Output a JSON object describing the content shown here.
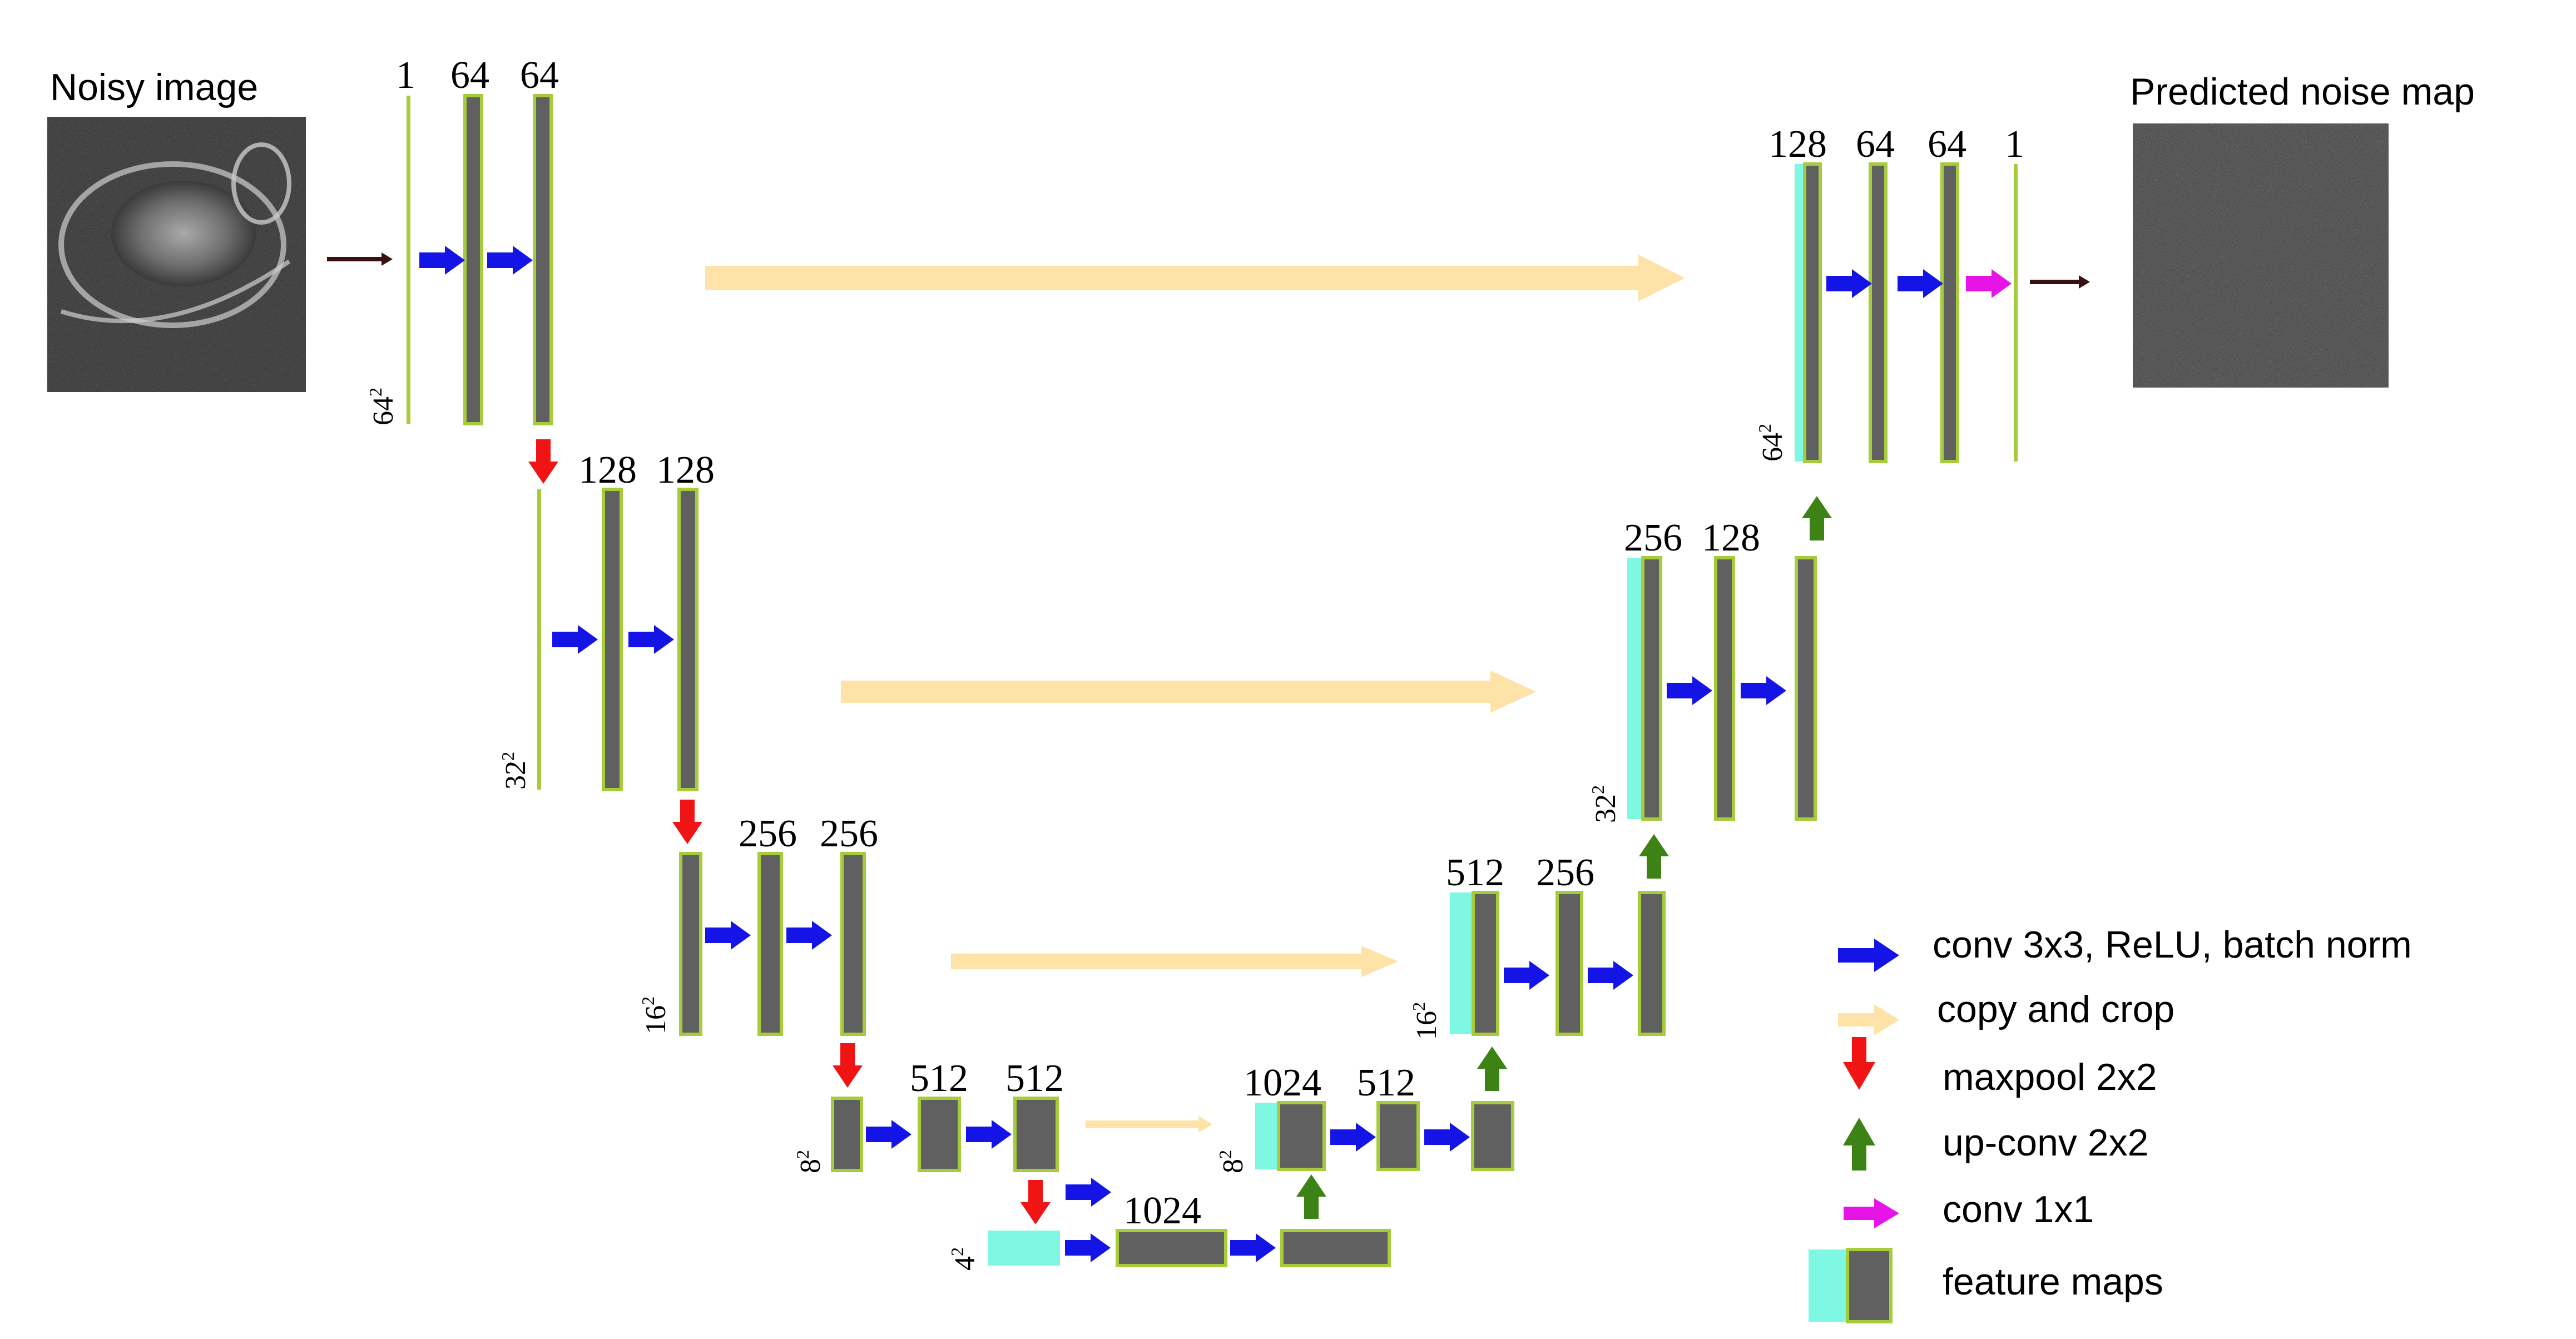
{
  "colors": {
    "blue_arrow": "#1414e6",
    "red_arrow": "#f01414",
    "green_arrow": "#3c8214",
    "magenta_arrow": "#e614e6",
    "copy_arrow": "#fde3a7",
    "block_fill": "#606060",
    "block_border": "#a6cc3c",
    "cyan_fill": "#7ef7e3",
    "input_arrow": "#3a1010"
  },
  "title_input": "Noisy image",
  "title_output": "Predicted noise map",
  "levels": {
    "l1": {
      "dim": "64",
      "exp": "2",
      "channels": [
        "1",
        "64",
        "64"
      ]
    },
    "l2": {
      "dim": "32",
      "exp": "2",
      "channels": [
        "128",
        "128"
      ]
    },
    "l3": {
      "dim": "16",
      "exp": "2",
      "channels": [
        "256",
        "256"
      ]
    },
    "l4": {
      "dim": "8",
      "exp": "2",
      "channels": [
        "512",
        "512"
      ]
    },
    "l5": {
      "dim": "4",
      "exp": "2",
      "channels": [
        "1024"
      ]
    }
  },
  "decoder": {
    "d4": {
      "dim": "8",
      "exp": "2",
      "channels": [
        "1024",
        "512"
      ]
    },
    "d3": {
      "dim": "16",
      "exp": "2",
      "channels": [
        "512",
        "256"
      ]
    },
    "d2": {
      "dim": "32",
      "exp": "2",
      "channels": [
        "256",
        "128"
      ]
    },
    "d1": {
      "dim": "64",
      "exp": "2",
      "channels": [
        "128",
        "64",
        "64",
        "1"
      ]
    }
  },
  "legend": {
    "conv": "conv 3x3, ReLU, batch norm",
    "copy": "copy and crop",
    "maxpool": "maxpool 2x2",
    "upconv": "up-conv 2x2",
    "conv1x1": "conv 1x1",
    "feature": "feature maps"
  }
}
